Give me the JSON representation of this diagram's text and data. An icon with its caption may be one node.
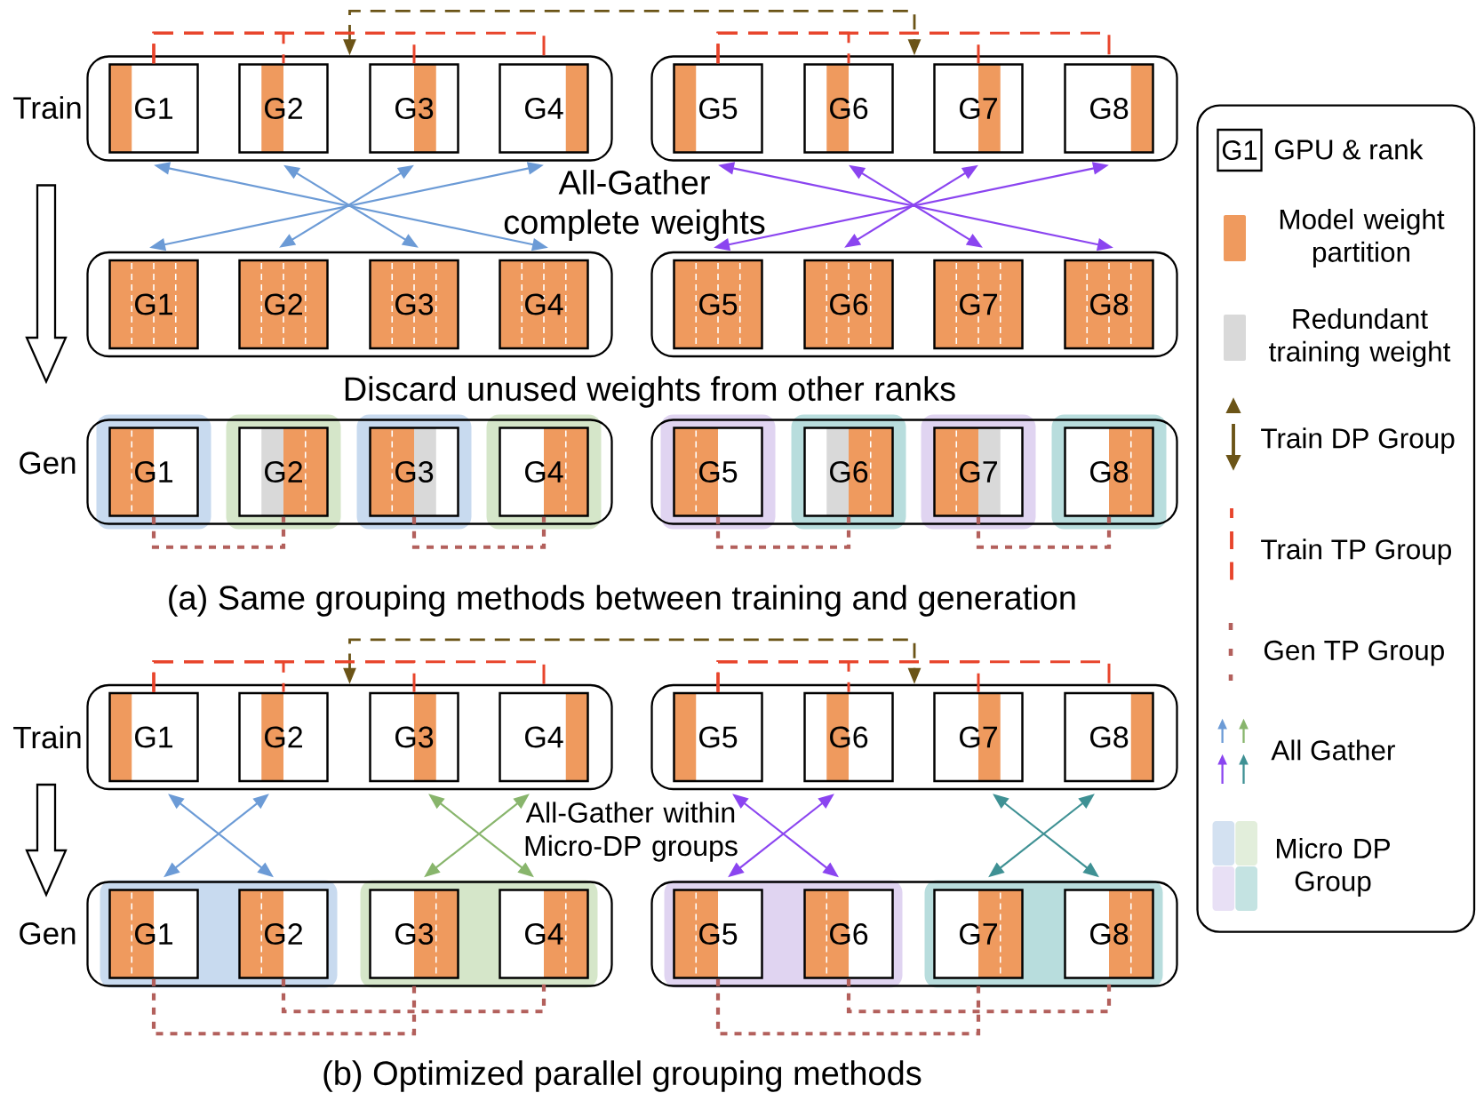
{
  "diagram": {
    "nodes": [
      {
        "text": [],
        "shape": "box"
      },
      {
        "text": [
          "G1"
        ],
        "in": 0
      },
      {
        "text": [
          "G2"
        ],
        "in": 0
      },
      {
        "text": [
          "G3"
        ],
        "in": 0
      },
      {
        "text": [
          "G4"
        ],
        "in": 0
      },
      {
        "text": [],
        "shape": "box"
      },
      {
        "text": [
          "G5"
        ],
        "in": 5
      },
      {
        "text": [
          "G6"
        ],
        "in": 5
      },
      {
        "text": [
          "G7"
        ],
        "in": 5
      },
      {
        "text": [
          "G8"
        ],
        "in": 5
      },
      {
        "text": [],
        "shape": "box"
      },
      {
        "text": [
          "G1"
        ],
        "in": 10
      },
      {
        "text": [
          "G2"
        ],
        "in": 10
      },
      {
        "text": [
          "G3"
        ],
        "in": 10
      },
      {
        "text": [
          "G4"
        ],
        "in": 10
      },
      {
        "text": [],
        "shape": "box"
      },
      {
        "text": [
          "G5"
        ],
        "in": 15
      },
      {
        "text": [
          "G6"
        ],
        "in": 15
      },
      {
        "text": [
          "G7"
        ],
        "in": 15
      },
      {
        "text": [
          "G8"
        ],
        "in": 15
      },
      {
        "text": [],
        "shape": "box"
      },
      {
        "text": [
          "G1"
        ],
        "in": 20
      },
      {
        "text": [
          "G2"
        ],
        "in": 20
      },
      {
        "text": [
          "G3"
        ],
        "in": 20
      },
      {
        "text": [
          "G4"
        ],
        "in": 20
      },
      {
        "text": [],
        "shape": "box"
      },
      {
        "text": [
          "G5"
        ],
        "in": 25
      },
      {
        "text": [
          "G6"
        ],
        "in": 25
      },
      {
        "text": [
          "G7"
        ],
        "in": 25
      },
      {
        "text": [
          "G8"
        ],
        "in": 25
      },
      {
        "text": [],
        "shape": "box"
      },
      {
        "text": [
          "G1"
        ],
        "in": 30
      },
      {
        "text": [
          "G2"
        ],
        "in": 30
      },
      {
        "text": [
          "G3"
        ],
        "in": 30
      },
      {
        "text": [
          "G4"
        ],
        "in": 30
      },
      {
        "text": [],
        "shape": "box"
      },
      {
        "text": [
          "G5"
        ],
        "in": 35
      },
      {
        "text": [
          "G6"
        ],
        "in": 35
      },
      {
        "text": [
          "G7"
        ],
        "in": 35
      },
      {
        "text": [
          "G8"
        ],
        "in": 35
      },
      {
        "text": [],
        "shape": "box"
      },
      {
        "text": [
          "G1"
        ],
        "in": 40
      },
      {
        "text": [
          "G2"
        ],
        "in": 40
      },
      {
        "text": [
          "G3"
        ],
        "in": 40
      },
      {
        "text": [
          "G4"
        ],
        "in": 40
      },
      {
        "text": [],
        "shape": "box"
      },
      {
        "text": [
          "G5"
        ],
        "in": 45
      },
      {
        "text": [
          "G6"
        ],
        "in": 45
      },
      {
        "text": [
          "G7"
        ],
        "in": 45
      },
      {
        "text": [
          "G8"
        ],
        "in": 45
      }
    ],
    "edges": [
      {
        "from": 0,
        "to": 5,
        "arrow": "both",
        "style": "dashed",
        "color": "#6b5417"
      },
      {
        "from": 1,
        "to": 2,
        "arrow": "none",
        "style": "dashed",
        "color": "#e8452c"
      },
      {
        "from": 1,
        "to": 3,
        "arrow": "none",
        "style": "dashed",
        "color": "#e8452c"
      },
      {
        "from": 1,
        "to": 4,
        "arrow": "none",
        "style": "dashed",
        "color": "#e8452c"
      },
      {
        "from": 6,
        "to": 7,
        "arrow": "none",
        "style": "dashed",
        "color": "#e8452c"
      },
      {
        "from": 6,
        "to": 8,
        "arrow": "none",
        "style": "dashed",
        "color": "#e8452c"
      },
      {
        "from": 6,
        "to": 9,
        "arrow": "none",
        "style": "dashed",
        "color": "#e8452c"
      },
      {
        "from": 1,
        "to": 14,
        "arrow": "both",
        "color": "#6c9bd6"
      },
      {
        "from": 2,
        "to": 13,
        "arrow": "both",
        "color": "#6c9bd6"
      },
      {
        "from": 3,
        "to": 12,
        "arrow": "both",
        "color": "#6c9bd6"
      },
      {
        "from": 4,
        "to": 11,
        "arrow": "both",
        "color": "#6c9bd6"
      },
      {
        "from": 6,
        "to": 19,
        "arrow": "both",
        "color": "#8b45f0"
      },
      {
        "from": 7,
        "to": 18,
        "arrow": "both",
        "color": "#8b45f0"
      },
      {
        "from": 8,
        "to": 17,
        "arrow": "both",
        "color": "#8b45f0"
      },
      {
        "from": 9,
        "to": 16,
        "arrow": "both",
        "color": "#8b45f0"
      },
      {
        "from": 21,
        "to": 22,
        "arrow": "none",
        "style": "dashed",
        "color": "#b3605c"
      },
      {
        "from": 23,
        "to": 24,
        "arrow": "none",
        "style": "dashed",
        "color": "#b3605c"
      },
      {
        "from": 26,
        "to": 27,
        "arrow": "none",
        "style": "dashed",
        "color": "#b3605c"
      },
      {
        "from": 28,
        "to": 29,
        "arrow": "none",
        "style": "dashed",
        "color": "#b3605c"
      },
      {
        "from": 30,
        "to": 35,
        "arrow": "both",
        "style": "dashed",
        "color": "#6b5417"
      },
      {
        "from": 31,
        "to": 32,
        "arrow": "none",
        "style": "dashed",
        "color": "#e8452c"
      },
      {
        "from": 31,
        "to": 33,
        "arrow": "none",
        "style": "dashed",
        "color": "#e8452c"
      },
      {
        "from": 31,
        "to": 34,
        "arrow": "none",
        "style": "dashed",
        "color": "#e8452c"
      },
      {
        "from": 36,
        "to": 37,
        "arrow": "none",
        "style": "dashed",
        "color": "#e8452c"
      },
      {
        "from": 36,
        "to": 38,
        "arrow": "none",
        "style": "dashed",
        "color": "#e8452c"
      },
      {
        "from": 36,
        "to": 39,
        "arrow": "none",
        "style": "dashed",
        "color": "#e8452c"
      },
      {
        "from": 31,
        "to": 42,
        "arrow": "both",
        "color": "#6c9bd6"
      },
      {
        "from": 32,
        "to": 41,
        "arrow": "both",
        "color": "#6c9bd6"
      },
      {
        "from": 33,
        "to": 44,
        "arrow": "both",
        "color": "#88b56c"
      },
      {
        "from": 34,
        "to": 43,
        "arrow": "both",
        "color": "#88b56c"
      },
      {
        "from": 36,
        "to": 47,
        "arrow": "both",
        "color": "#8b45f0"
      },
      {
        "from": 37,
        "to": 46,
        "arrow": "both",
        "color": "#8b45f0"
      },
      {
        "from": 38,
        "to": 49,
        "arrow": "both",
        "color": "#3f9194"
      },
      {
        "from": 39,
        "to": 48,
        "arrow": "both",
        "color": "#3f9194"
      },
      {
        "from": 41,
        "to": 43,
        "arrow": "none",
        "style": "dashed",
        "color": "#b3605c"
      },
      {
        "from": 42,
        "to": 44,
        "arrow": "none",
        "style": "dashed",
        "color": "#b3605c"
      },
      {
        "from": 46,
        "to": 48,
        "arrow": "none",
        "style": "dashed",
        "color": "#b3605c"
      },
      {
        "from": 47,
        "to": 49,
        "arrow": "none",
        "style": "dashed",
        "color": "#b3605c"
      }
    ],
    "labels": [
      "Train",
      "All-Gather complete weights",
      "Discard unused weights from other ranks",
      "Gen",
      "(a) Same grouping methods between training and generation",
      "Train",
      "All-Gather within Micro-DP groups",
      "Gen",
      "(b) Optimized parallel grouping methods",
      "G1"
    ],
    "legend": [
      {
        "text": "GPU & rank"
      },
      {
        "text": "Model weight partition",
        "color": "#ef9a5e"
      },
      {
        "text": "Redundant training weight",
        "color": "#d9d9d9"
      },
      {
        "text": "Train DP Group"
      },
      {
        "text": "Train TP Group"
      },
      {
        "text": "Gen TP Group"
      },
      {
        "text": "All Gather"
      },
      {
        "text": "Micro DP Group"
      }
    ]
  }
}
